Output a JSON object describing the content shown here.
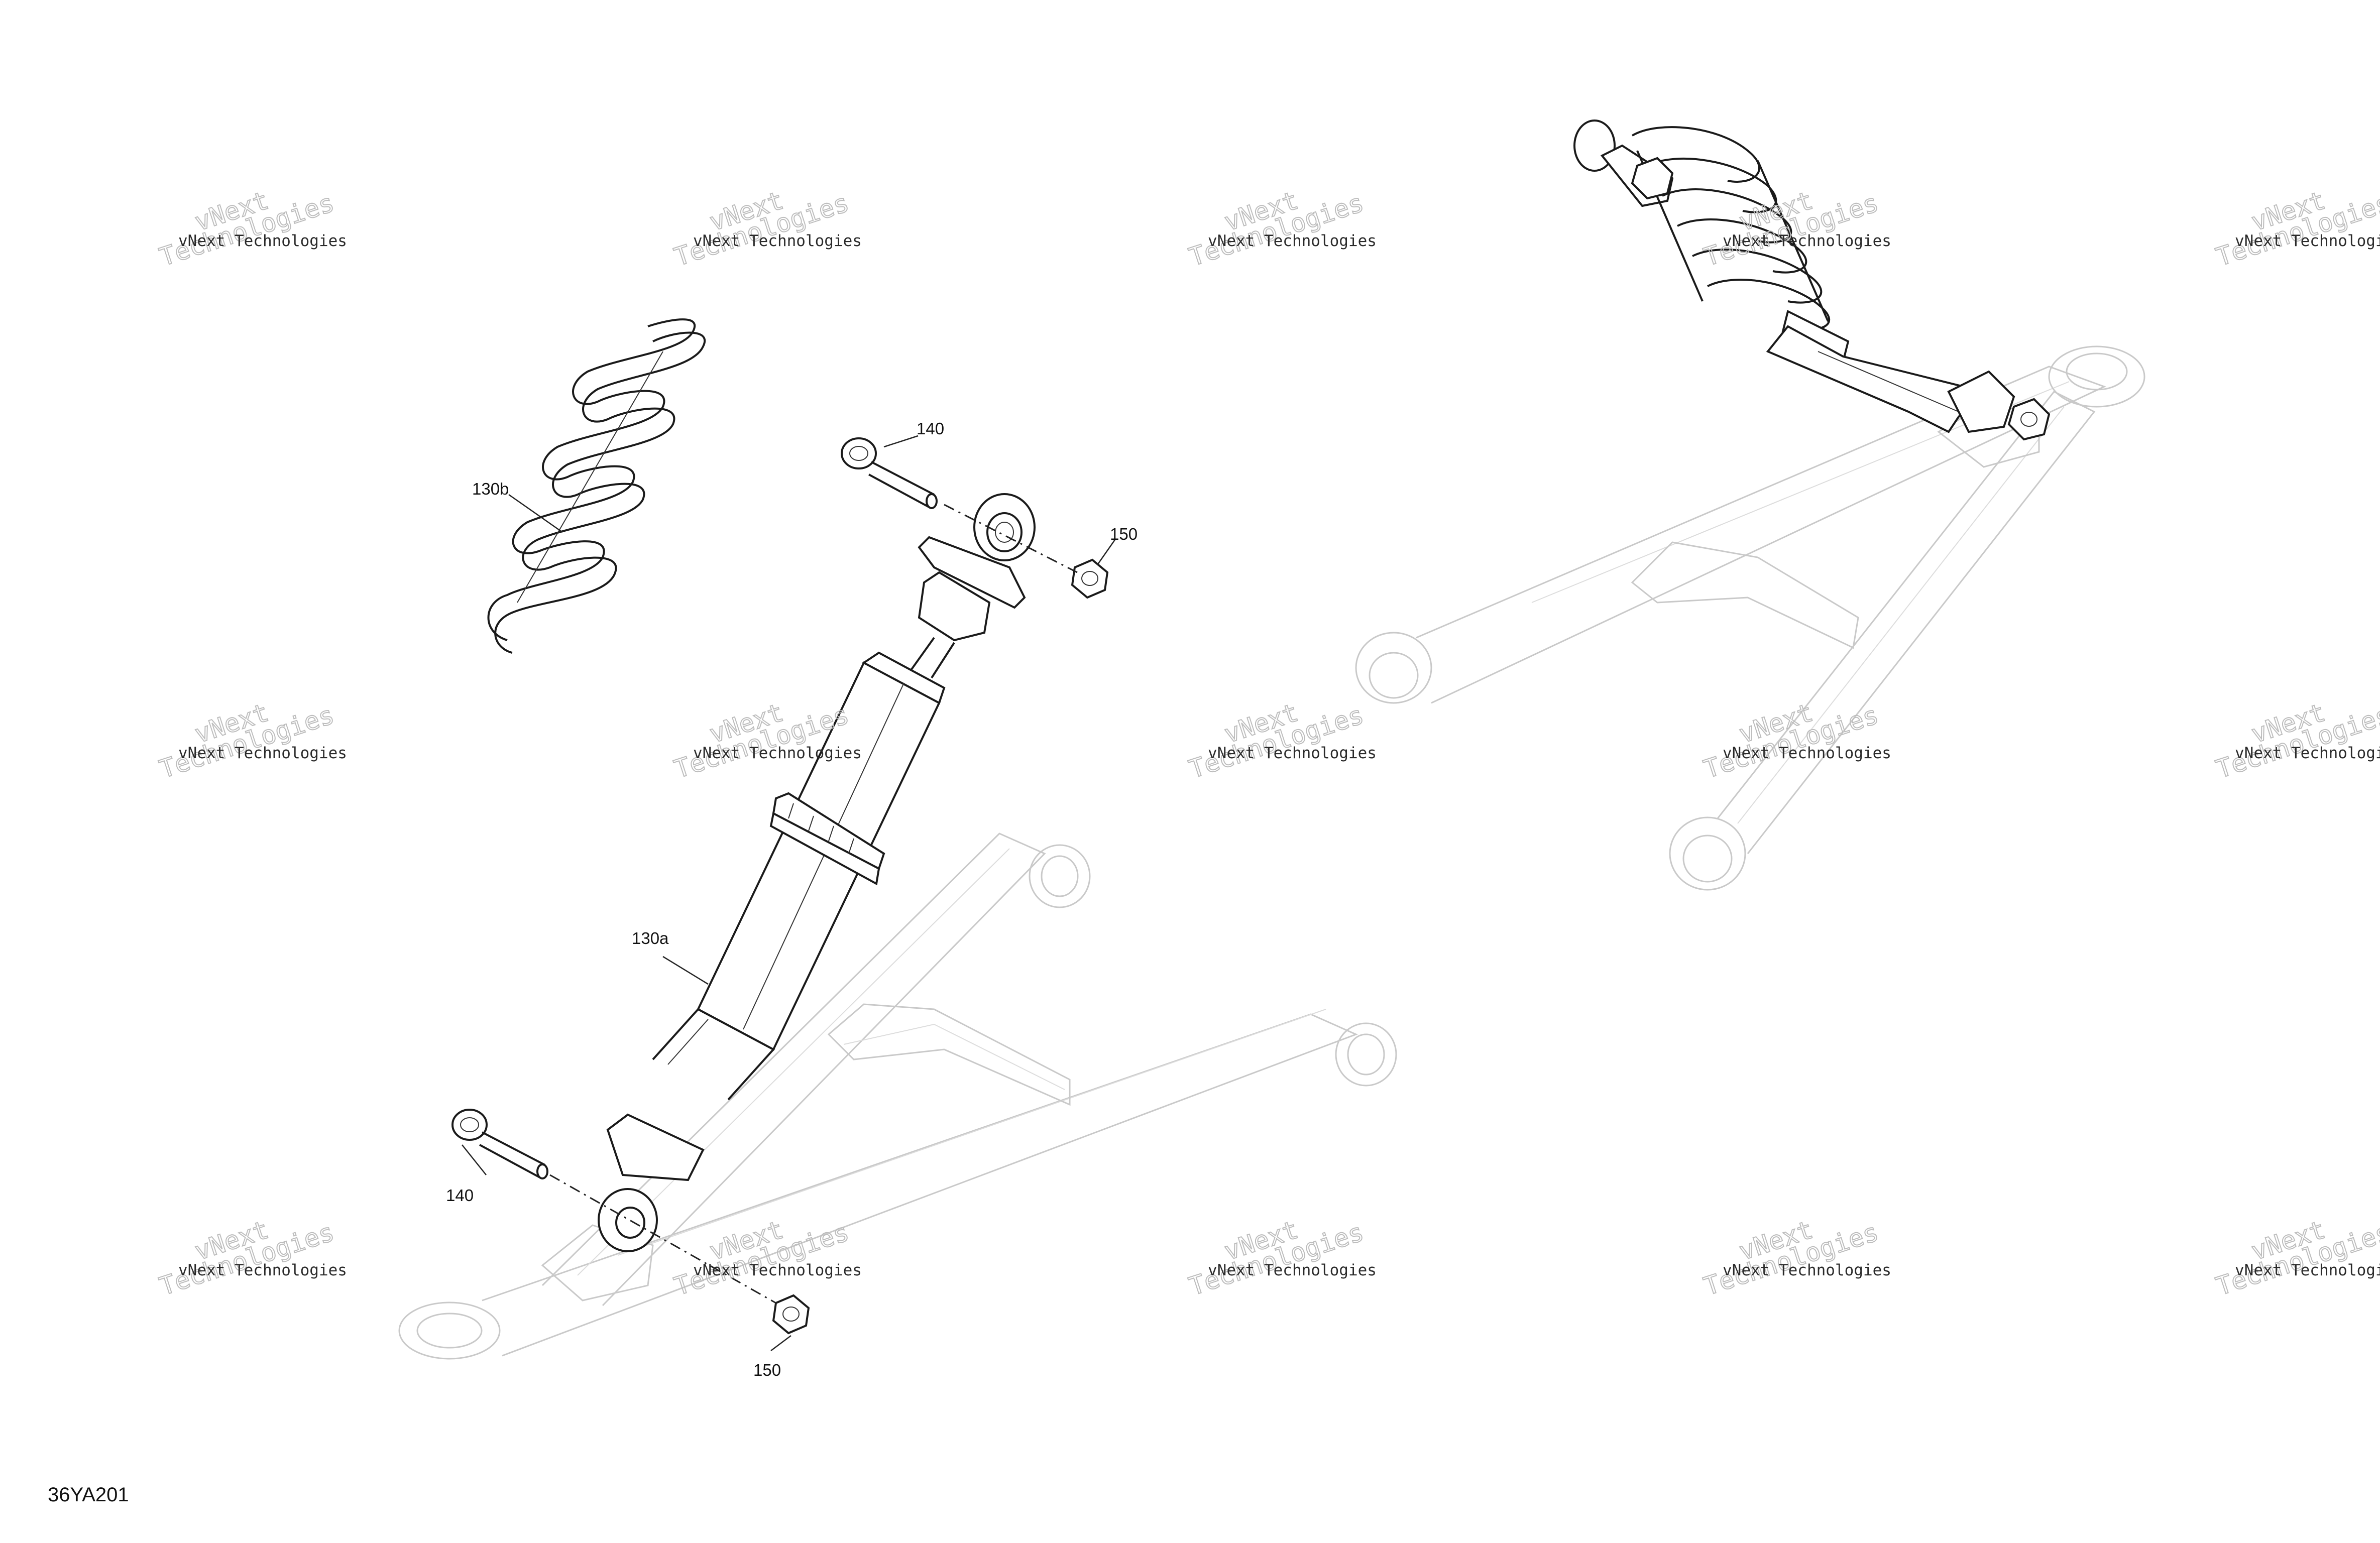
{
  "figure_id": "36YA201",
  "callouts": {
    "spring": "130b",
    "shock": "130a",
    "bolt_top": "140",
    "bolt_bottom": "140",
    "nut_top": "150",
    "nut_bottom": "150"
  },
  "watermark": {
    "line_1": "vNext Technologies",
    "line_2": "vNext",
    "line_3": "Technologies"
  }
}
